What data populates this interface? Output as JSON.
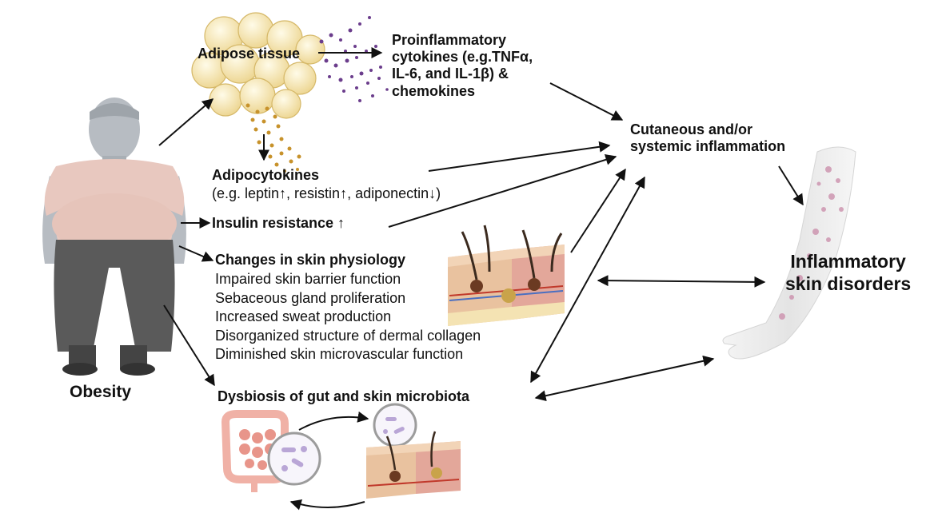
{
  "labels": {
    "adipose": "Adipose tissue",
    "cytokines": "Proinflammatory\ncytokines (e.g.TNFα,\nIL-6, and IL-1β) &\nchemokines",
    "adipocytokines_title": "Adipocytokines",
    "adipocytokines_detail": "(e.g. leptin↑, resistin↑, adiponectin↓)",
    "insulin": "Insulin resistance ↑",
    "skin_title": "Changes in skin physiology",
    "skin_items": [
      "Impaired skin barrier function",
      "Sebaceous gland proliferation",
      "Increased sweat production",
      "Disorganized structure of dermal collagen",
      "Diminished skin microvascular function"
    ],
    "inflammation": "Cutaneous and/or\nsystemic inflammation",
    "disorders": "Inflammatory\nskin disorders",
    "dysbiosis": "Dysbiosis of gut and skin microbiota",
    "obesity": "Obesity"
  },
  "icons": {
    "person": "obese-person-icon",
    "fat_cells": "adipose-tissue-icon",
    "skin": "skin-cross-section-icon",
    "arm": "arm-with-rash-icon",
    "intestine": "intestine-icon",
    "microbes": "microbiota-magnifier-icon"
  },
  "colors": {
    "shirt": "#e8c8bf",
    "pants": "#5a5a5a",
    "skin_grey": "#b7bcc2",
    "fat": "#f6e6b0",
    "dots_purple": "#6b3d8c",
    "dots_gold": "#c7922b",
    "rash": "#c98aa8"
  }
}
